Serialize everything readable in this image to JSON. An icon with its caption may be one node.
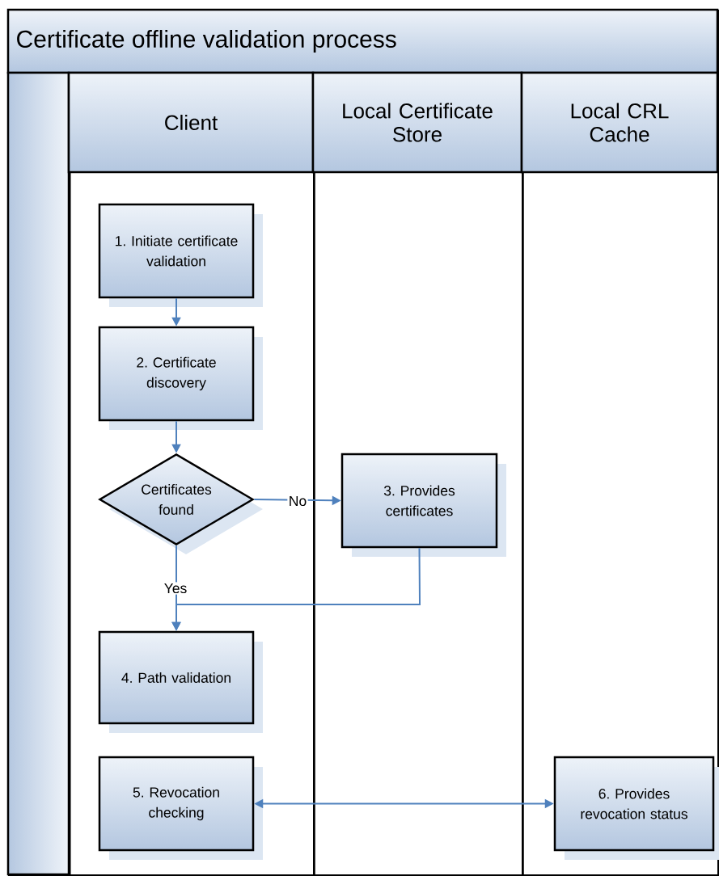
{
  "diagram": {
    "nodes": [
      {
        "text": [
          "Certificate offline validation process"
        ]
      },
      {
        "text": [
          "Client"
        ],
        "in": 0
      },
      {
        "text": [
          "Local Certificate Store"
        ],
        "in": 0
      },
      {
        "text": [
          "Local CRL Cache"
        ],
        "in": 0
      },
      {
        "text": [
          "1. Initiate certificate validation"
        ],
        "in": 1
      },
      {
        "text": [
          "2. Certificate discovery"
        ],
        "in": 1
      },
      {
        "text": [
          "Certificates found"
        ],
        "in": 1
      },
      {
        "text": [
          "3. Provides certificates"
        ],
        "in": 2
      },
      {
        "text": [
          "4. Path validation"
        ],
        "in": 1
      },
      {
        "text": [
          "5. Revocation checking"
        ],
        "in": 1
      },
      {
        "text": [
          "6. Provides revocation status"
        ],
        "in": 3
      }
    ],
    "edges": [
      {
        "from": 4,
        "to": 5,
        "arrow": "to"
      },
      {
        "from": 5,
        "to": 6,
        "arrow": "to"
      },
      {
        "from": 6,
        "to": 7,
        "arrow": "to",
        "label": "No"
      },
      {
        "from": 6,
        "to": 8,
        "arrow": "to",
        "label": "Yes"
      },
      {
        "from": 7,
        "to": 8,
        "arrow": "to"
      },
      {
        "from": 9,
        "to": 10,
        "arrow": "both"
      }
    ]
  }
}
